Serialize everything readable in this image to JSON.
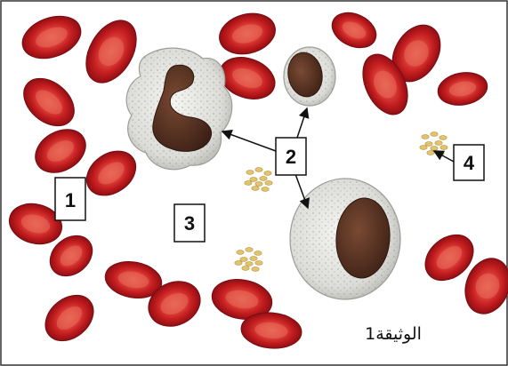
{
  "document": {
    "caption": "الوثيقة1",
    "labels": [
      {
        "id": "label-1",
        "text": "1"
      },
      {
        "id": "label-2",
        "text": "2"
      },
      {
        "id": "label-3",
        "text": "3"
      },
      {
        "id": "label-4",
        "text": "4"
      }
    ]
  },
  "colors": {
    "red_cell": "#c81e1e",
    "red_cell_center": "#e85a50",
    "white_cell": "#e9e9e6",
    "nucleus": "#5a3322",
    "platelet": "#e6c879"
  }
}
